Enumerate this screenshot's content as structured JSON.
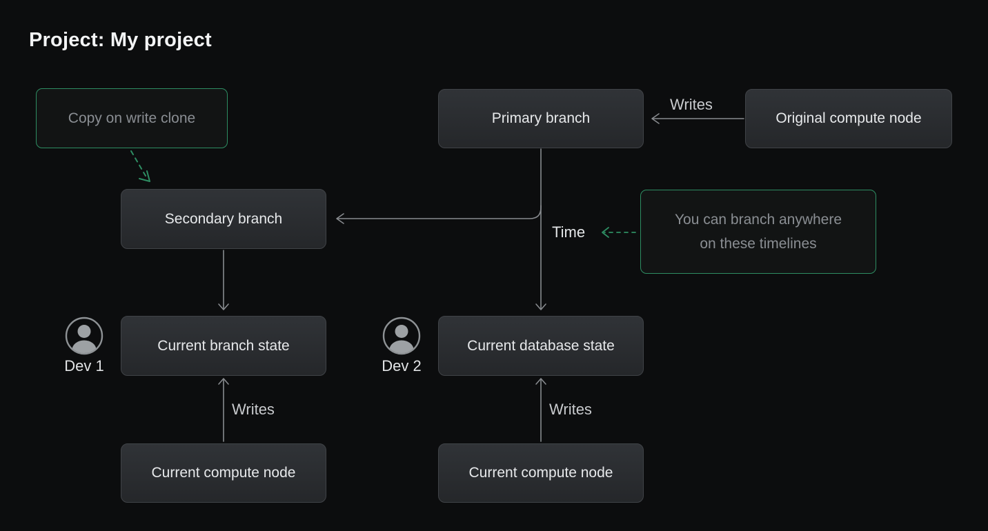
{
  "title": "Project: My project",
  "colors": {
    "background": "#0c0d0e",
    "node_fill_top": "#303337",
    "node_fill_bottom": "#25272a",
    "node_border": "#404347",
    "accent_green": "#2e8e63",
    "arrow_gray": "#888b8f",
    "text_primary": "#e7e9eb",
    "text_muted": "#8a8e93"
  },
  "nodes": {
    "copy_on_write_clone": {
      "label": "Copy on write clone"
    },
    "primary_branch": {
      "label": "Primary branch"
    },
    "original_compute_node": {
      "label": "Original compute node"
    },
    "secondary_branch": {
      "label": "Secondary branch"
    },
    "current_branch_state": {
      "label": "Current branch state"
    },
    "current_database_state": {
      "label": "Current database state"
    },
    "current_compute_node_left": {
      "label": "Current compute node"
    },
    "current_compute_node_right": {
      "label": "Current compute node"
    }
  },
  "annotations": {
    "note": {
      "text": "You can branch anywhere on these timelines"
    },
    "writes_top": "Writes",
    "writes_bottom_left": "Writes",
    "writes_bottom_right": "Writes",
    "time": "Time",
    "dev1": "Dev 1",
    "dev2": "Dev 2"
  }
}
